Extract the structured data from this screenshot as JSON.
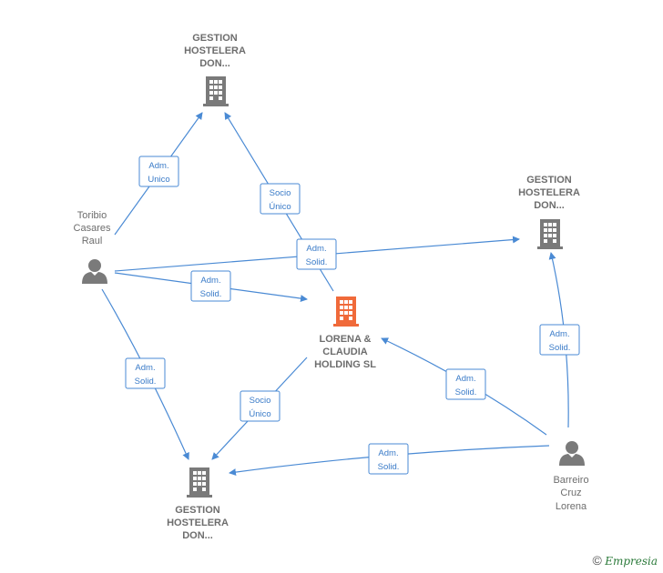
{
  "nodes": {
    "gestion_top": {
      "label": [
        "GESTION",
        "HOSTELERA",
        "DON..."
      ],
      "type": "company",
      "highlight": false
    },
    "gestion_right": {
      "label": [
        "GESTION",
        "HOSTELERA",
        "DON..."
      ],
      "type": "company",
      "highlight": false
    },
    "gestion_bottom": {
      "label": [
        "GESTION",
        "HOSTELERA",
        "DON..."
      ],
      "type": "company",
      "highlight": false
    },
    "lorena_holding": {
      "label": [
        "LORENA &",
        "CLAUDIA",
        "HOLDING  SL"
      ],
      "type": "company",
      "highlight": true
    },
    "toribio": {
      "label": [
        "Toribio",
        "Casares",
        "Raul"
      ],
      "type": "person"
    },
    "barreiro": {
      "label": [
        "Barreiro",
        "Cruz",
        "Lorena"
      ],
      "type": "person"
    }
  },
  "edges": [
    {
      "id": "e1",
      "label": [
        "Adm.",
        "Unico"
      ]
    },
    {
      "id": "e2",
      "label": [
        "Socio",
        "Único"
      ]
    },
    {
      "id": "e3",
      "label": [
        "Adm.",
        "Solid."
      ]
    },
    {
      "id": "e4",
      "label": [
        "Adm.",
        "Solid."
      ]
    },
    {
      "id": "e5",
      "label": [
        "Adm.",
        "Solid."
      ]
    },
    {
      "id": "e6",
      "label": [
        "Socio",
        "Único"
      ]
    },
    {
      "id": "e7",
      "label": [
        "Adm.",
        "Solid."
      ]
    },
    {
      "id": "e8",
      "label": [
        "Adm.",
        "Solid."
      ]
    },
    {
      "id": "e9",
      "label": [
        "Adm.",
        "Solid."
      ]
    }
  ],
  "colors": {
    "edge": "#4a8ad4",
    "company": "#7a7a7a",
    "company_highlight": "#f06a3a",
    "person": "#7a7a7a"
  },
  "footer": {
    "copyright": "©",
    "brand": "Empresia"
  }
}
